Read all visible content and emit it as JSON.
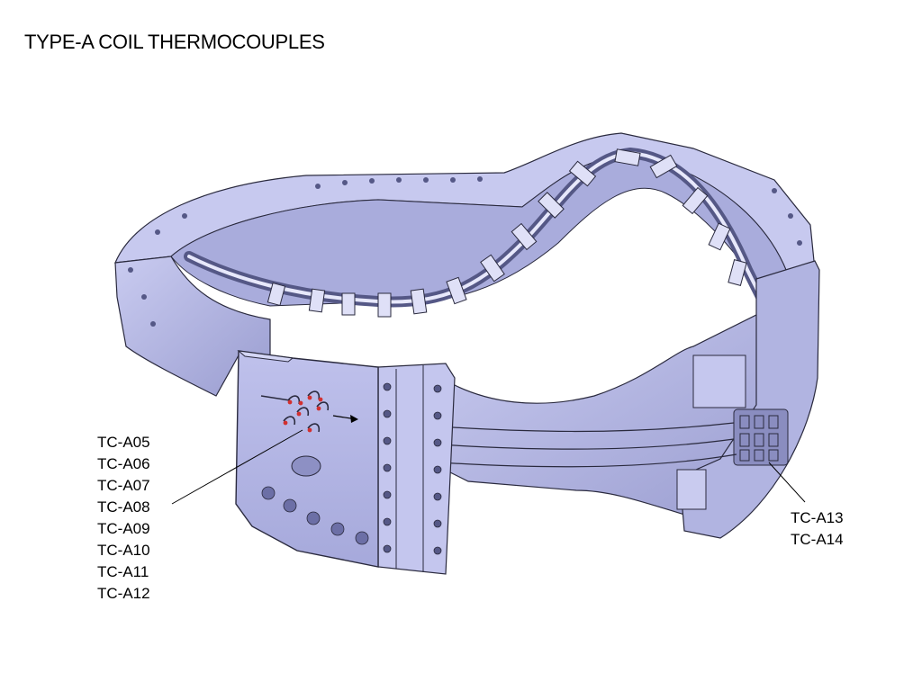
{
  "title": "TYPE-A COIL THERMOCOUPLES",
  "labels_left": [
    "TC-A05",
    "TC-A06",
    "TC-A07",
    "TC-A08",
    "TC-A09",
    "TC-A10",
    "TC-A11",
    "TC-A12"
  ],
  "labels_right": [
    "TC-A13",
    "TC-A14"
  ],
  "colors": {
    "casing_fill": "#b3b5e2",
    "casing_light": "#cfd1f2",
    "casing_dark": "#7f82b8",
    "outline": "#2a2a3e",
    "sensor_mark": "#d23030"
  }
}
